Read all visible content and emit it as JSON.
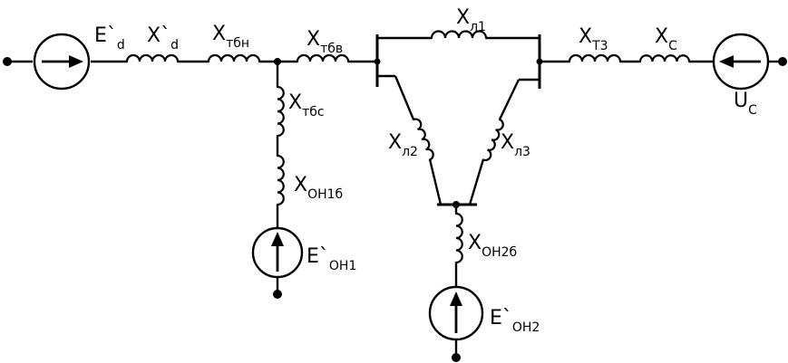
{
  "diagram": {
    "labels": {
      "ed": {
        "main": "E`",
        "sub": "d"
      },
      "xd": {
        "main": "X`",
        "sub": "d"
      },
      "xtbn": {
        "main": "X",
        "sub": "тбн"
      },
      "xtbv": {
        "main": "X",
        "sub": "тбв"
      },
      "xl1": {
        "main": "X",
        "sub": "л1"
      },
      "xt3": {
        "main": "X",
        "sub": "Т3"
      },
      "xc": {
        "main": "X",
        "sub": "С"
      },
      "uc": {
        "main": "U",
        "sub": "С"
      },
      "xtbc": {
        "main": "X",
        "sub": "тбс"
      },
      "xon1": {
        "main": "X",
        "sub": "ОН1б"
      },
      "eon1": {
        "main": "E`",
        "sub": "ОН1"
      },
      "xl2": {
        "main": "X",
        "sub": "л2"
      },
      "xl3": {
        "main": "X",
        "sub": "л3"
      },
      "xon2": {
        "main": "X",
        "sub": "ОН2б"
      },
      "eon2": {
        "main": "E`",
        "sub": "ОН2"
      }
    }
  }
}
